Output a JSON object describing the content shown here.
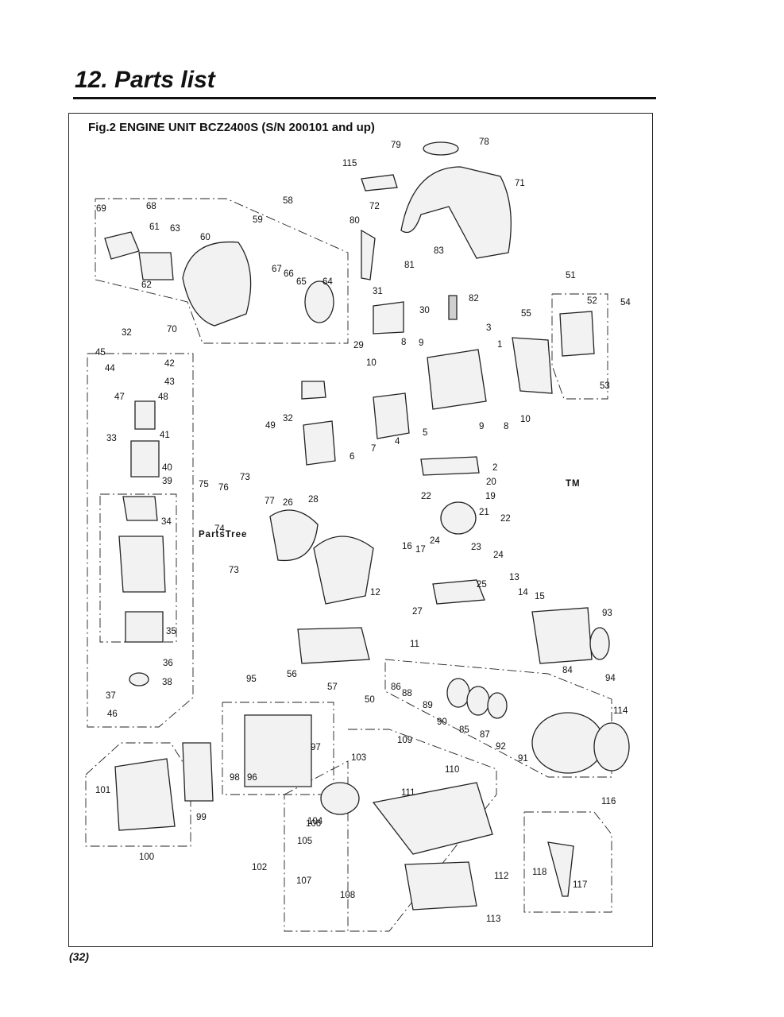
{
  "header": {
    "section_title": "12. Parts list",
    "figure_caption": "Fig.2 ENGINE UNIT  BCZ2400S  (S/N 200101 and up)"
  },
  "watermark": {
    "text": "PartsTree",
    "tm": "TM"
  },
  "footer": {
    "page_number": "32"
  },
  "callouts": [
    "1",
    "2",
    "3",
    "4",
    "5",
    "6",
    "7",
    "8",
    "8",
    "9",
    "9",
    "10",
    "10",
    "11",
    "12",
    "13",
    "14",
    "15",
    "16",
    "17",
    "19",
    "20",
    "21",
    "22",
    "22",
    "23",
    "24",
    "24",
    "25",
    "26",
    "27",
    "28",
    "29",
    "30",
    "31",
    "32",
    "32",
    "33",
    "34",
    "35",
    "36",
    "37",
    "38",
    "39",
    "40",
    "41",
    "42",
    "43",
    "44",
    "45",
    "46",
    "47",
    "48",
    "49",
    "50",
    "51",
    "52",
    "53",
    "54",
    "55",
    "56",
    "57",
    "58",
    "59",
    "60",
    "61",
    "62",
    "63",
    "64",
    "65",
    "66",
    "67",
    "68",
    "69",
    "70",
    "71",
    "72",
    "73",
    "73",
    "74",
    "75",
    "76",
    "77",
    "78",
    "79",
    "80",
    "81",
    "82",
    "83",
    "84",
    "85",
    "86",
    "87",
    "88",
    "89",
    "90",
    "91",
    "92",
    "93",
    "94",
    "95",
    "96",
    "97",
    "98",
    "99",
    "100",
    "101",
    "102",
    "103",
    "104",
    "105",
    "106",
    "107",
    "108",
    "109",
    "110",
    "111",
    "112",
    "113",
    "114",
    "115",
    "116",
    "117",
    "118"
  ]
}
